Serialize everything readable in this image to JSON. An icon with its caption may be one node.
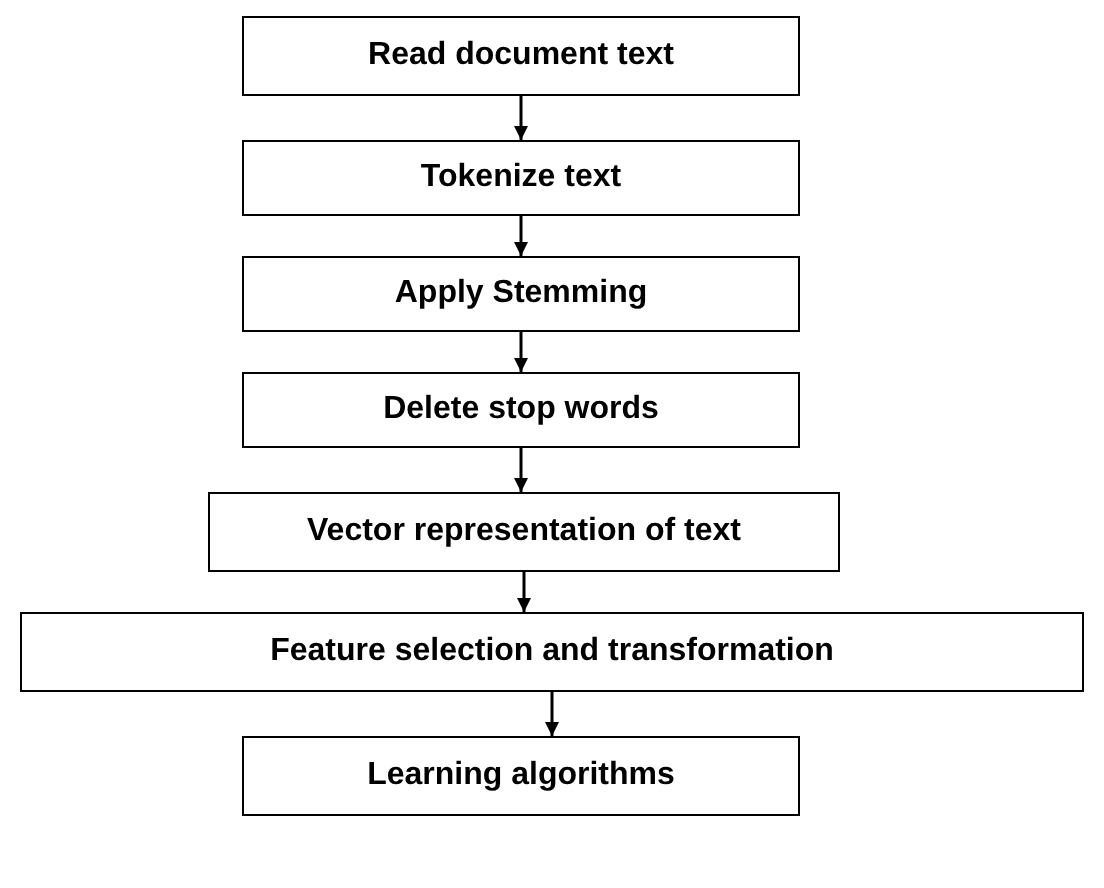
{
  "diagram": {
    "nodes": [
      {
        "text": [
          "Read document text"
        ]
      },
      {
        "text": [
          "Tokenize text"
        ]
      },
      {
        "text": [
          "Apply Stemming"
        ]
      },
      {
        "text": [
          "Delete stop words"
        ]
      },
      {
        "text": [
          "Vector representation of text"
        ]
      },
      {
        "text": [
          "Feature selection and transformation"
        ]
      },
      {
        "text": [
          "Learning algorithms"
        ]
      }
    ],
    "edges": [
      {
        "from": 0,
        "to": 1,
        "arrow": "to"
      },
      {
        "from": 1,
        "to": 2,
        "arrow": "to"
      },
      {
        "from": 2,
        "to": 3,
        "arrow": "to"
      },
      {
        "from": 3,
        "to": 4,
        "arrow": "to"
      },
      {
        "from": 4,
        "to": 5,
        "arrow": "to"
      },
      {
        "from": 5,
        "to": 6,
        "arrow": "to"
      }
    ]
  }
}
